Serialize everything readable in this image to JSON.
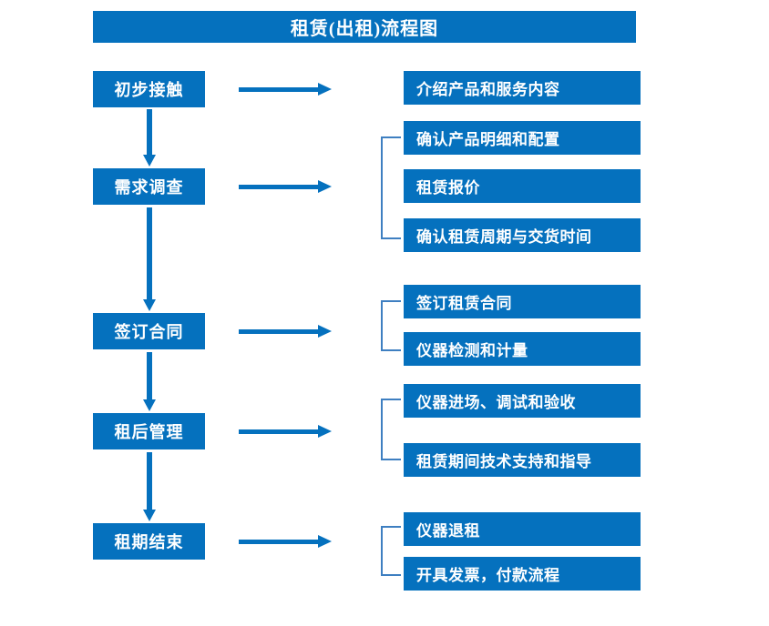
{
  "chart_data": {
    "type": "diagram",
    "title": "租赁(出租)流程图",
    "diagram_kind": "flowchart",
    "orientation": "vertical-with-branches",
    "accent_color": "#0571BE",
    "bracket_color": "#3E7FC1",
    "text_color": "#FFFFFF",
    "background_color": "#FFFFFF",
    "stages": [
      {
        "id": "stage-1",
        "label": "初步接触",
        "details": [
          "介绍产品和服务内容"
        ],
        "bracketed": false
      },
      {
        "id": "stage-2",
        "label": "需求调查",
        "details": [
          "确认产品明细和配置",
          "租赁报价",
          "确认租赁周期与交货时间"
        ],
        "bracketed": true
      },
      {
        "id": "stage-3",
        "label": "签订合同",
        "details": [
          "签订租赁合同",
          "仪器检测和计量"
        ],
        "bracketed": true
      },
      {
        "id": "stage-4",
        "label": "租后管理",
        "details": [
          "仪器进场、调试和验收",
          "租赁期间技术支持和指导"
        ],
        "bracketed": true
      },
      {
        "id": "stage-5",
        "label": "租期结束",
        "details": [
          "仪器退租",
          "开具发票，付款流程"
        ],
        "bracketed": true
      }
    ]
  },
  "title": {
    "text": "租赁(出租)流程图"
  },
  "stages": [
    {
      "label": "初步接触"
    },
    {
      "label": "需求调查"
    },
    {
      "label": "签订合同"
    },
    {
      "label": "租后管理"
    },
    {
      "label": "租期结束"
    }
  ],
  "details": [
    {
      "label": "介绍产品和服务内容"
    },
    {
      "label": "确认产品明细和配置"
    },
    {
      "label": "租赁报价"
    },
    {
      "label": "确认租赁周期与交货时间"
    },
    {
      "label": "签订租赁合同"
    },
    {
      "label": "仪器检测和计量"
    },
    {
      "label": "仪器进场、调试和验收"
    },
    {
      "label": "租赁期间技术支持和指导"
    },
    {
      "label": "仪器退租"
    },
    {
      "label": "开具发票，付款流程"
    }
  ]
}
